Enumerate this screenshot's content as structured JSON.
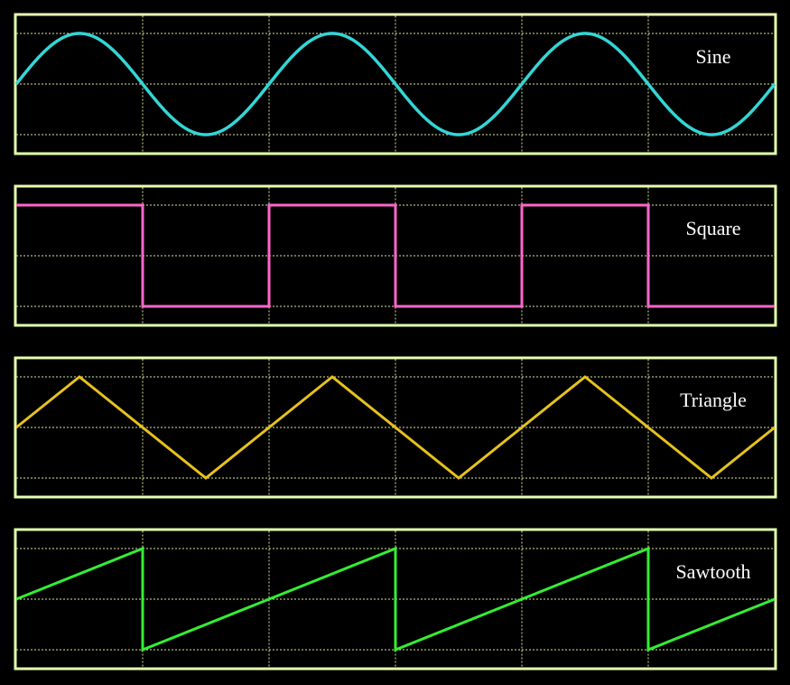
{
  "colors": {
    "background": "#000000",
    "panel_border": "#e6ffb0",
    "grid": "#dde8a0",
    "label": "#ffffff"
  },
  "grid": {
    "vertical_divisions": 6,
    "horizontal_lines": 3,
    "style": "dotted"
  },
  "panels": [
    {
      "id": "sine",
      "label": "Sine",
      "shape": "sine",
      "color": "#33d6d6",
      "periods": 3,
      "amplitude": 1,
      "start_phase": "zero-rising"
    },
    {
      "id": "square",
      "label": "Square",
      "shape": "square",
      "color": "#ff66cc",
      "periods": 3,
      "amplitude": 1,
      "start_phase": "high"
    },
    {
      "id": "triangle",
      "label": "Triangle",
      "shape": "triangle",
      "color": "#e8c21c",
      "periods": 3,
      "amplitude": 1,
      "start_phase": "zero-rising"
    },
    {
      "id": "sawtooth",
      "label": "Sawtooth",
      "shape": "sawtooth",
      "color": "#33ee33",
      "periods": 3,
      "amplitude": 1,
      "start_phase": "zero-rising"
    }
  ]
}
